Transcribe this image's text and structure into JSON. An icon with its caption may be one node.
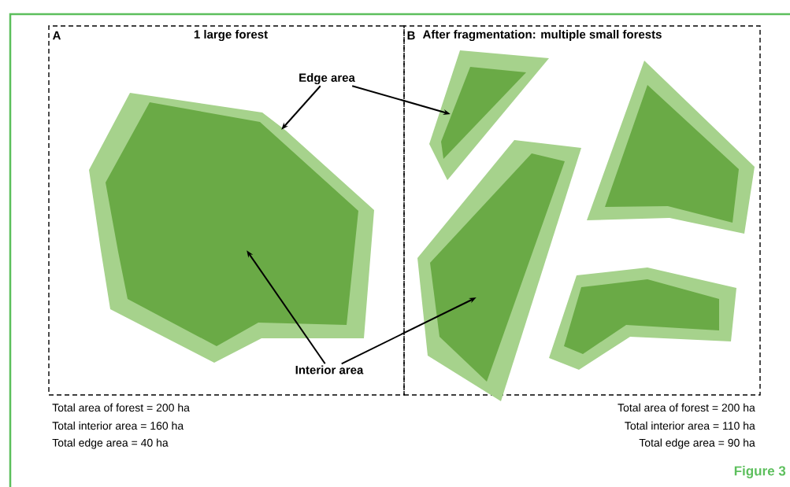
{
  "diagram": {
    "caption": "Figure 3",
    "nodes": [
      {
        "text": [
          "A",
          "1 large forest"
        ]
      },
      {
        "text": [
          "B",
          "After fragmentation: multiple small forests"
        ]
      },
      {
        "text": [
          "Edge area"
        ],
        "in": 0
      },
      {
        "text": [
          "Interior area"
        ],
        "in": 0
      },
      {
        "text": [],
        "shape": "polygon",
        "in": 0
      },
      {
        "text": [],
        "shape": "polygon",
        "in": 4
      },
      {
        "text": [],
        "shape": "polygon",
        "in": 1
      },
      {
        "text": [],
        "shape": "polygon",
        "in": 6
      },
      {
        "text": [],
        "shape": "polygon",
        "in": 1
      },
      {
        "text": [],
        "shape": "polygon",
        "in": 8
      },
      {
        "text": [],
        "shape": "polygon",
        "in": 1
      },
      {
        "text": [],
        "shape": "polygon",
        "in": 10
      },
      {
        "text": [],
        "shape": "polygon",
        "in": 1
      },
      {
        "text": [],
        "shape": "polygon",
        "in": 12
      }
    ],
    "edges": [
      {
        "from": 2,
        "to": 4,
        "arrow": "to"
      },
      {
        "from": 2,
        "to": 6,
        "arrow": "to"
      },
      {
        "from": 3,
        "to": 5,
        "arrow": "to"
      },
      {
        "from": 3,
        "to": 11,
        "arrow": "to"
      }
    ],
    "labels": [
      "Total area of forest = 200 ha",
      "Total area of forest = 200 ha",
      "Total interior area = 160 ha",
      "Total interior area = 110 ha",
      "Total edge area = 40 ha",
      "Total edge area = 90 ha"
    ]
  }
}
